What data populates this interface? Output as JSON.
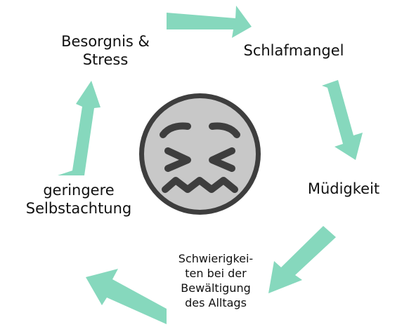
{
  "diagram": {
    "type": "cycle",
    "arrow_color": "#86D8BD",
    "face_fill": "#C8C8C8",
    "face_stroke": "#3E3E3E",
    "center_icon": "confounded-face-icon",
    "nodes": [
      {
        "id": "schlafmangel",
        "lines": [
          "Schlafmangel"
        ]
      },
      {
        "id": "muedigkeit",
        "lines": [
          "Müdigkeit"
        ]
      },
      {
        "id": "alltag",
        "lines": [
          "Schwierigkei-",
          "ten bei der",
          "Bewältigung",
          "des Alltags"
        ]
      },
      {
        "id": "selbstachtung",
        "lines": [
          "geringere",
          "Selbstachtung"
        ]
      },
      {
        "id": "sorge",
        "lines": [
          "Besorgnis &",
          "Stress"
        ]
      }
    ]
  }
}
